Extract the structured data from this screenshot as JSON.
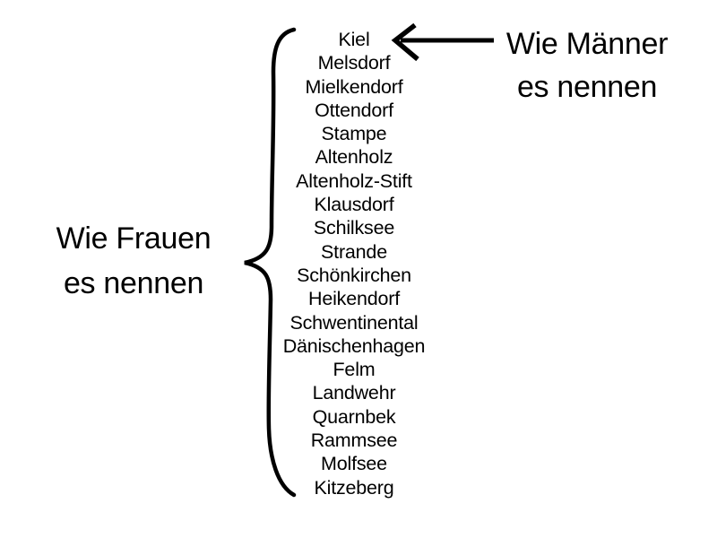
{
  "left_label": {
    "line1": "Wie Frauen",
    "line2": "es nennen"
  },
  "right_label": {
    "line1": "Wie Männer",
    "line2": "es nennen"
  },
  "places": [
    "Kiel",
    "Melsdorf",
    "Mielkendorf",
    "Ottendorf",
    "Stampe",
    "Altenholz",
    "Altenholz-Stift",
    "Klausdorf",
    "Schilksee",
    "Strande",
    "Schönkirchen",
    "Heikendorf",
    "Schwentinental",
    "Dänischenhagen",
    "Felm",
    "Landwehr",
    "Quarnbek",
    "Rammsee",
    "Molfsee",
    "Kitzeberg"
  ],
  "icons": {
    "brace": "left-curly-brace",
    "arrow": "left-arrow"
  },
  "colors": {
    "text": "#000000",
    "background": "#ffffff"
  }
}
